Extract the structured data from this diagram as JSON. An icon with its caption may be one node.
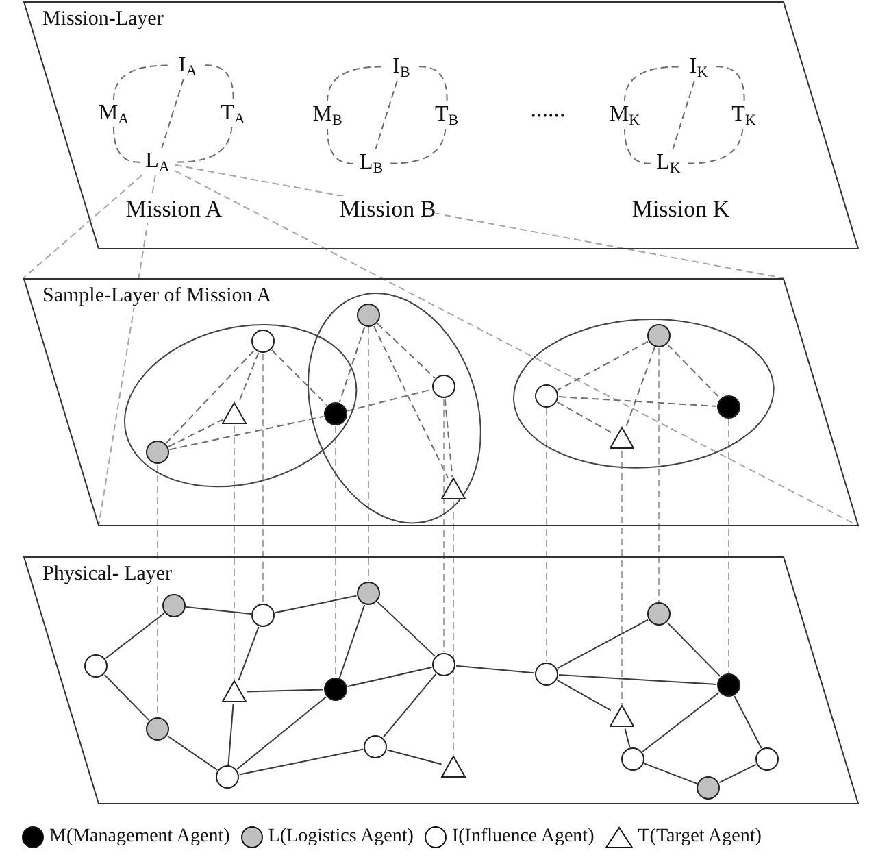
{
  "diagram": {
    "nodes": [
      {
        "text": [
          "Mission-Layer"
        ]
      },
      {
        "text": [
          "I$_{A}$"
        ],
        "in": 0
      },
      {
        "text": [
          "M$_{A}$"
        ],
        "in": 0
      },
      {
        "text": [
          "T$_{A}$"
        ],
        "in": 0
      },
      {
        "text": [
          "L$_{A}$"
        ],
        "in": 0
      },
      {
        "text": [
          "I$_{B}$"
        ],
        "in": 0
      },
      {
        "text": [
          "M$_{B}$"
        ],
        "in": 0
      },
      {
        "text": [
          "T$_{B}$"
        ],
        "in": 0
      },
      {
        "text": [
          "L$_{B}$"
        ],
        "in": 0
      },
      {
        "text": [
          "I$_{K}$"
        ],
        "in": 0
      },
      {
        "text": [
          "M$_{K}$"
        ],
        "in": 0
      },
      {
        "text": [
          "T$_{K}$"
        ],
        "in": 0
      },
      {
        "text": [
          "L$_{K}$"
        ],
        "in": 0
      },
      {
        "text": [
          "Sample-Layer of Mission A"
        ]
      },
      {
        "text": [],
        "shape": "ellipse",
        "in": 13
      },
      {
        "text": [],
        "shape": "ellipse",
        "in": 13
      },
      {
        "text": [],
        "shape": "ellipse",
        "in": 13
      },
      {
        "text": [],
        "shape": "circle",
        "in": 14
      },
      {
        "text": [],
        "shape": "triangle",
        "in": 14
      },
      {
        "text": [],
        "shape": "circle",
        "in": 14
      },
      {
        "text": [],
        "shape": "circle"
      },
      {
        "text": [],
        "shape": "circle",
        "in": 15
      },
      {
        "text": [],
        "shape": "circle",
        "in": 15
      },
      {
        "text": [],
        "shape": "triangle",
        "in": 15
      },
      {
        "text": [],
        "shape": "circle",
        "in": 16
      },
      {
        "text": [],
        "shape": "circle",
        "in": 16
      },
      {
        "text": [],
        "shape": "circle",
        "in": 16
      },
      {
        "text": [],
        "shape": "triangle",
        "in": 16
      },
      {
        "text": [
          "Physical- Layer"
        ]
      },
      {
        "text": [],
        "shape": "circle",
        "in": 28
      },
      {
        "text": [],
        "shape": "circle",
        "in": 28
      },
      {
        "text": [],
        "shape": "circle",
        "in": 28
      },
      {
        "text": [],
        "shape": "circle",
        "in": 28
      },
      {
        "text": [],
        "shape": "circle",
        "in": 28
      },
      {
        "text": [],
        "shape": "triangle",
        "in": 28
      },
      {
        "text": [],
        "shape": "circle",
        "in": 28
      },
      {
        "text": [],
        "shape": "circle",
        "in": 28
      },
      {
        "text": [],
        "shape": "circle",
        "in": 28
      },
      {
        "text": [],
        "shape": "circle",
        "in": 28
      },
      {
        "text": [],
        "shape": "triangle",
        "in": 28
      },
      {
        "text": [],
        "shape": "circle",
        "in": 28
      },
      {
        "text": [],
        "shape": "circle",
        "in": 28
      },
      {
        "text": [],
        "shape": "circle",
        "in": 28
      },
      {
        "text": [],
        "shape": "triangle",
        "in": 28
      },
      {
        "text": [],
        "shape": "circle",
        "in": 28
      },
      {
        "text": [],
        "shape": "circle",
        "in": 28
      },
      {
        "text": [],
        "shape": "circle",
        "in": 28
      }
    ],
    "edges": [
      {
        "from": 1,
        "to": 3,
        "arrow": "none",
        "style": "dashed"
      },
      {
        "from": 3,
        "to": 4,
        "arrow": "none",
        "style": "dashed"
      },
      {
        "from": 4,
        "to": 2,
        "arrow": "none",
        "style": "dashed"
      },
      {
        "from": 2,
        "to": 1,
        "arrow": "none",
        "style": "dashed"
      },
      {
        "from": 1,
        "to": 4,
        "arrow": "none",
        "style": "dashed"
      },
      {
        "from": 5,
        "to": 7,
        "arrow": "none",
        "style": "dashed"
      },
      {
        "from": 7,
        "to": 8,
        "arrow": "none",
        "style": "dashed"
      },
      {
        "from": 8,
        "to": 6,
        "arrow": "none",
        "style": "dashed"
      },
      {
        "from": 6,
        "to": 5,
        "arrow": "none",
        "style": "dashed"
      },
      {
        "from": 5,
        "to": 8,
        "arrow": "none",
        "style": "dashed"
      },
      {
        "from": 9,
        "to": 11,
        "arrow": "none",
        "style": "dashed"
      },
      {
        "from": 11,
        "to": 12,
        "arrow": "none",
        "style": "dashed"
      },
      {
        "from": 12,
        "to": 10,
        "arrow": "none",
        "style": "dashed"
      },
      {
        "from": 10,
        "to": 9,
        "arrow": "none",
        "style": "dashed"
      },
      {
        "from": 9,
        "to": 12,
        "arrow": "none",
        "style": "dashed"
      },
      {
        "from": 4,
        "to": 13,
        "arrow": "none",
        "style": "dashed",
        "color": "#a6a6a6"
      },
      {
        "from": 4,
        "to": 13,
        "arrow": "none",
        "style": "dashed",
        "color": "#a6a6a6"
      },
      {
        "from": 4,
        "to": 13,
        "arrow": "none",
        "style": "dashed",
        "color": "#a6a6a6"
      },
      {
        "from": 4,
        "to": 13,
        "arrow": "none",
        "style": "dashed",
        "color": "#a6a6a6"
      },
      {
        "from": 19,
        "to": 17,
        "arrow": "none",
        "style": "dashed"
      },
      {
        "from": 19,
        "to": 18,
        "arrow": "none",
        "style": "dashed"
      },
      {
        "from": 19,
        "to": 20,
        "arrow": "none",
        "style": "dashed"
      },
      {
        "from": 17,
        "to": 18,
        "arrow": "none",
        "style": "dashed"
      },
      {
        "from": 17,
        "to": 20,
        "arrow": "none",
        "style": "dashed"
      },
      {
        "from": 20,
        "to": 22,
        "arrow": "none",
        "style": "dashed"
      },
      {
        "from": 21,
        "to": 20,
        "arrow": "none",
        "style": "dashed"
      },
      {
        "from": 21,
        "to": 22,
        "arrow": "none",
        "style": "dashed"
      },
      {
        "from": 21,
        "to": 23,
        "arrow": "none",
        "style": "dashed"
      },
      {
        "from": 22,
        "to": 23,
        "arrow": "none",
        "style": "dashed"
      },
      {
        "from": 24,
        "to": 25,
        "arrow": "none",
        "style": "dashed"
      },
      {
        "from": 24,
        "to": 26,
        "arrow": "none",
        "style": "dashed"
      },
      {
        "from": 24,
        "to": 27,
        "arrow": "none",
        "style": "dashed"
      },
      {
        "from": 25,
        "to": 26,
        "arrow": "none",
        "style": "dashed"
      },
      {
        "from": 25,
        "to": 27,
        "arrow": "none",
        "style": "dashed"
      },
      {
        "from": 19,
        "to": 33,
        "arrow": "none",
        "style": "dashed",
        "color": "#a6a6a6"
      },
      {
        "from": 18,
        "to": 34,
        "arrow": "none",
        "style": "dashed",
        "color": "#a6a6a6"
      },
      {
        "from": 17,
        "to": 31,
        "arrow": "none",
        "style": "dashed",
        "color": "#a6a6a6"
      },
      {
        "from": 20,
        "to": 35,
        "arrow": "none",
        "style": "dashed",
        "color": "#a6a6a6"
      },
      {
        "from": 21,
        "to": 32,
        "arrow": "none",
        "style": "dashed",
        "color": "#a6a6a6"
      },
      {
        "from": 22,
        "to": 36,
        "arrow": "none",
        "style": "dashed",
        "color": "#a6a6a6"
      },
      {
        "from": 23,
        "to": 39,
        "arrow": "none",
        "style": "dashed",
        "color": "#a6a6a6"
      },
      {
        "from": 25,
        "to": 40,
        "arrow": "none",
        "style": "dashed",
        "color": "#a6a6a6"
      },
      {
        "from": 27,
        "to": 43,
        "arrow": "none",
        "style": "dashed",
        "color": "#a6a6a6"
      },
      {
        "from": 24,
        "to": 41,
        "arrow": "none",
        "style": "dashed",
        "color": "#a6a6a6"
      },
      {
        "from": 26,
        "to": 42,
        "arrow": "none",
        "style": "dashed",
        "color": "#a6a6a6"
      },
      {
        "from": 29,
        "to": 30,
        "arrow": "none"
      },
      {
        "from": 29,
        "to": 33,
        "arrow": "none"
      },
      {
        "from": 30,
        "to": 31,
        "arrow": "none"
      },
      {
        "from": 31,
        "to": 32,
        "arrow": "none"
      },
      {
        "from": 31,
        "to": 34,
        "arrow": "none"
      },
      {
        "from": 32,
        "to": 35,
        "arrow": "none"
      },
      {
        "from": 32,
        "to": 36,
        "arrow": "none"
      },
      {
        "from": 34,
        "to": 35,
        "arrow": "none"
      },
      {
        "from": 34,
        "to": 37,
        "arrow": "none"
      },
      {
        "from": 33,
        "to": 37,
        "arrow": "none"
      },
      {
        "from": 35,
        "to": 36,
        "arrow": "none"
      },
      {
        "from": 35,
        "to": 37,
        "arrow": "none"
      },
      {
        "from": 36,
        "to": 38,
        "arrow": "none"
      },
      {
        "from": 37,
        "to": 38,
        "arrow": "none"
      },
      {
        "from": 38,
        "to": 39,
        "arrow": "none"
      },
      {
        "from": 36,
        "to": 40,
        "arrow": "none"
      },
      {
        "from": 40,
        "to": 41,
        "arrow": "none"
      },
      {
        "from": 40,
        "to": 42,
        "arrow": "none"
      },
      {
        "from": 40,
        "to": 43,
        "arrow": "none"
      },
      {
        "from": 41,
        "to": 42,
        "arrow": "none"
      },
      {
        "from": 43,
        "to": 44,
        "arrow": "none"
      },
      {
        "from": 44,
        "to": 42,
        "arrow": "none"
      },
      {
        "from": 42,
        "to": 46,
        "arrow": "none"
      },
      {
        "from": 44,
        "to": 45,
        "arrow": "none"
      },
      {
        "from": 45,
        "to": 46,
        "arrow": "none"
      }
    ],
    "labels": [
      "......",
      "Mission A",
      "Mission B",
      "Mission K"
    ],
    "legend": [
      {
        "text": "M(Management Agent)",
        "color": "#000000"
      },
      {
        "text": "L(Logistics Agent)",
        "color": "#c0c0c0"
      },
      {
        "text": "I(Influence Agent)"
      },
      {
        "text": "T(Target Agent)"
      }
    ]
  }
}
